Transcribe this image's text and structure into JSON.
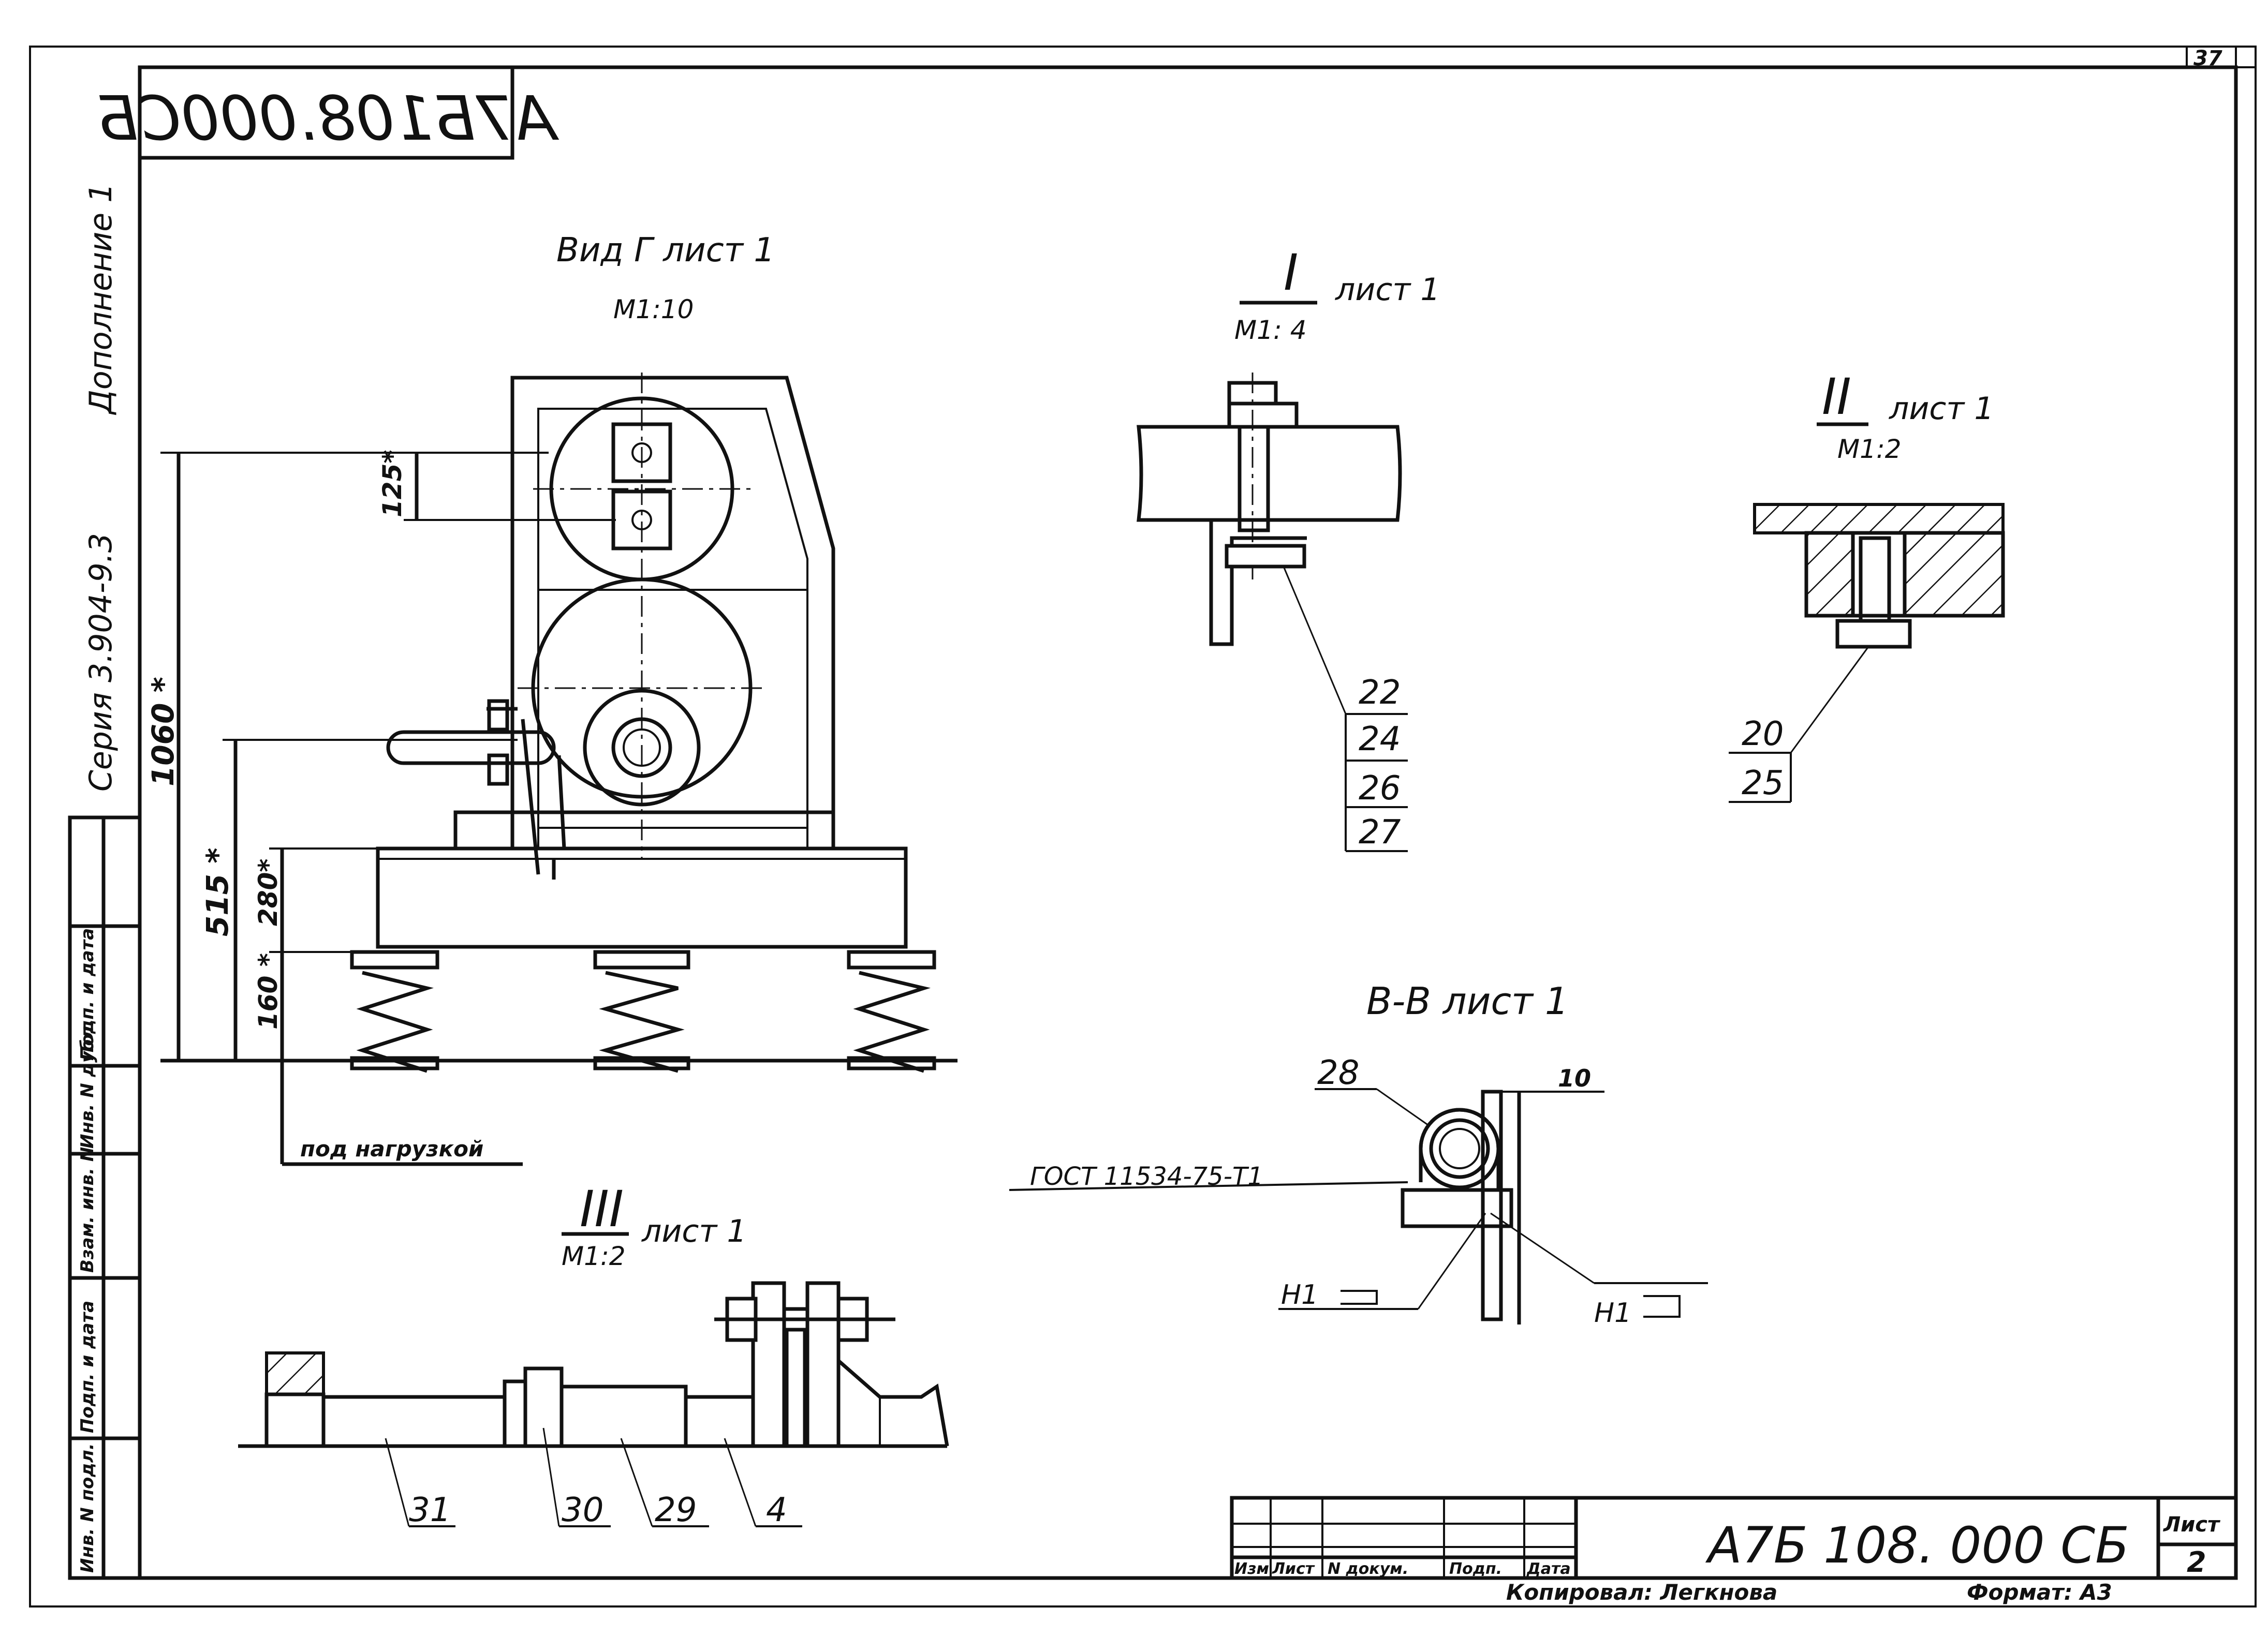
{
  "sheet_corner_number": "37",
  "mirrored_code": "А7Б108.000СБ",
  "side_labels": {
    "addendum": "Дополнение 1",
    "series": "Серия 3.904-9.3",
    "column": [
      "Инв. N подл.",
      "Подп. и дата",
      "Взам. инв. N",
      "Инв. N дубл.",
      "Подп. и дата"
    ]
  },
  "views": {
    "view_g": {
      "title": "Вид Г  лист 1",
      "scale": "М1:10"
    },
    "detail_1": {
      "roman": "I",
      "sheet": "лист 1",
      "scale": "М1: 4"
    },
    "detail_2": {
      "roman": "II",
      "sheet": "лист 1",
      "scale": "М1:2"
    },
    "detail_3": {
      "roman": "III",
      "sheet": "лист 1",
      "scale": "М1:2"
    },
    "section_bb": {
      "title": "В-В  лист 1"
    }
  },
  "dimensions": {
    "d1060": "1060 *",
    "d125": "125*",
    "d515": "515 *",
    "d280": "280*",
    "d160": "160 *",
    "d10": "10",
    "under_load": "под нагрузкой"
  },
  "callouts": {
    "detail_1_parts": [
      "22",
      "24",
      "26",
      "27"
    ],
    "detail_2_parts": [
      "20",
      "25"
    ],
    "detail_3_parts": [
      "31",
      "30",
      "29",
      "4"
    ],
    "bb_part": "28",
    "gost": "ГОСТ 11534-75-Т1",
    "weld_left": "Н1",
    "weld_right": "Н1"
  },
  "title_block": {
    "headers": [
      "Изм",
      "Лист",
      "N докум.",
      "Подп.",
      "Дата"
    ],
    "code": "А7Б 108. 000 СБ",
    "sheet_label": "Лист",
    "sheet_number": "2",
    "copied_by": "Копировал: Легкнова",
    "format": "Формат: А3"
  }
}
